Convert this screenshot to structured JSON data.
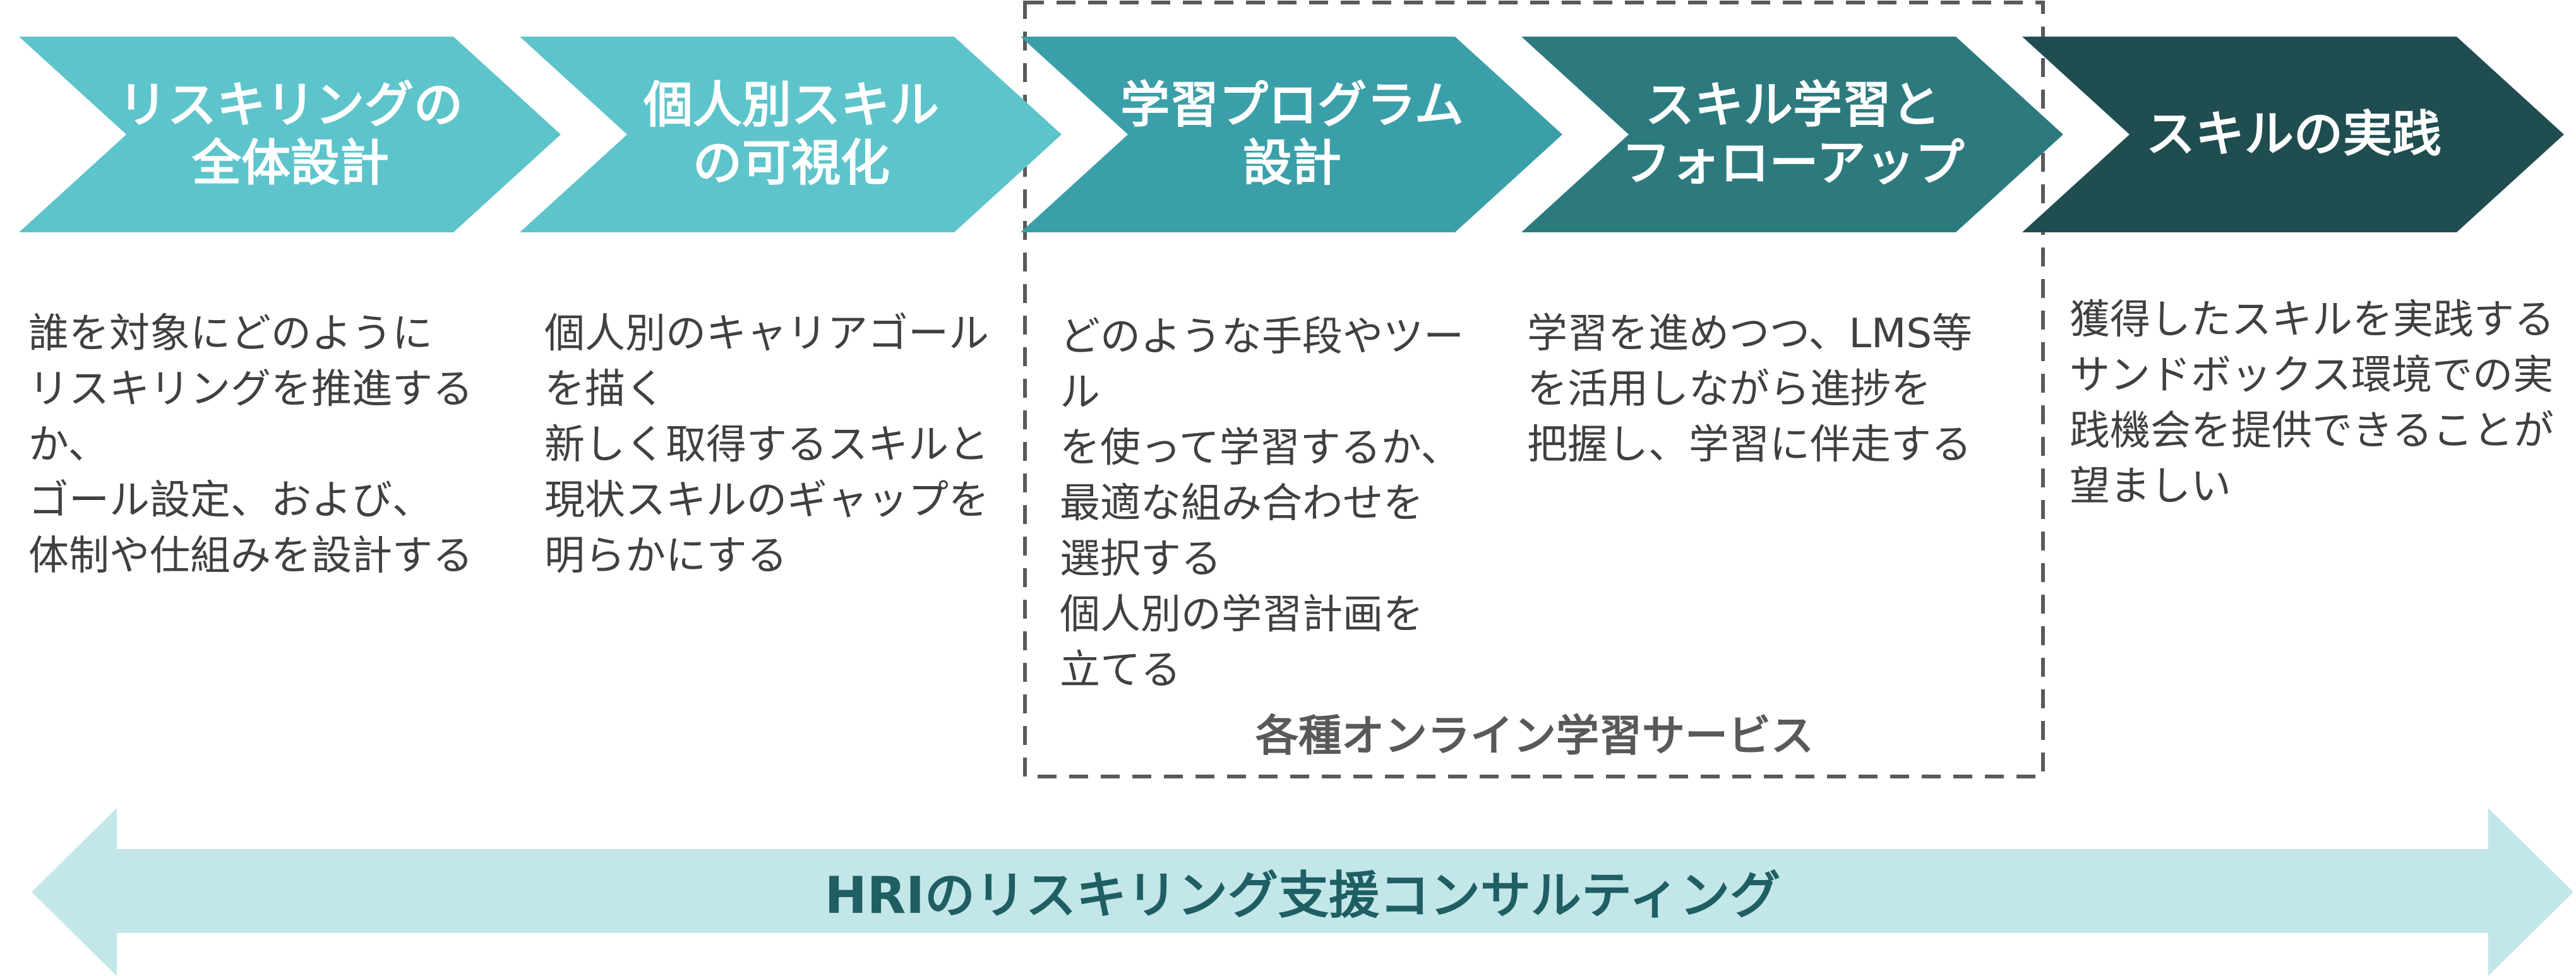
{
  "colors": {
    "step1": "#5ec4cb",
    "step2": "#5ec4cb",
    "step3": "#3a9fa8",
    "step4": "#2d7a7e",
    "step5": "#1f4d50",
    "bottom_arrow": "#c3e6e9",
    "group_border": "#595959"
  },
  "steps": [
    {
      "title": "リスキリングの\n全体設計",
      "description": "誰を対象にどのように\nリスキリングを推進するか、\nゴール設定、および、\n体制や仕組みを設計する"
    },
    {
      "title": "個人別スキル\nの可視化",
      "description": "個人別のキャリアゴール\nを描く\n新しく取得するスキルと\n現状スキルのギャップを\n明らかにする"
    },
    {
      "title": "学習プログラム\n設計",
      "description": "どのような手段やツール\nを使って学習するか、\n最適な組み合わせを\n選択する\n個人別の学習計画を\n立てる"
    },
    {
      "title": "スキル学習と\nフォローアップ",
      "description": "学習を進めつつ、LMS等\nを活用しながら進捗を\n把握し、学習に伴走する"
    },
    {
      "title": "スキルの実践",
      "description": "獲得したスキルを実践する\nサンドボックス環境での実\n践機会を提供できることが\n望ましい"
    }
  ],
  "group": {
    "label": "各種オンライン学習サービス"
  },
  "bottom": {
    "label": "HRIのリスキリング支援コンサルティング"
  }
}
